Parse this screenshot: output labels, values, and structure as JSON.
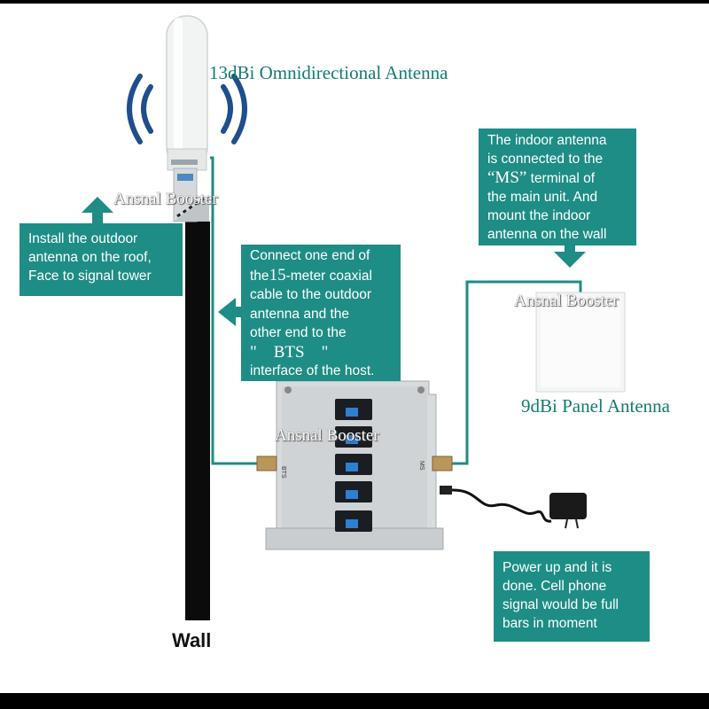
{
  "labels": {
    "omni_antenna": "13dBi Omnidirectional Antenna",
    "panel_antenna": "9dBi Panel Antenna",
    "wall": "Wall"
  },
  "watermark": "Ansnal Booster",
  "callouts": {
    "outdoor": [
      "Install the outdoor",
      "antenna on the roof,",
      "Face to signal tower"
    ],
    "cable": {
      "line1": "Connect one end of",
      "line2_pre": "the",
      "line2_num": "15",
      "line2_post": "-meter coaxial",
      "line3": "cable to the outdoor",
      "line4": "antenna and the",
      "line5": "other end to the",
      "bts": "\"    BTS    \"",
      "line7": "interface of the host."
    },
    "indoor": {
      "line1": "The indoor antenna",
      "line2": "is connected to the",
      "ms": "“MS”",
      "ms_post": " terminal of",
      "line4": "the main unit. And",
      "line5": "mount the indoor",
      "line6": "antenna on the wall"
    },
    "power": [
      "Power up and it is",
      "done. Cell phone",
      "signal would be full",
      "bars in moment"
    ]
  },
  "booster": {
    "port_bts": "BTS",
    "port_ms": "MS"
  },
  "colors": {
    "teal": "#1d8d85",
    "label_teal": "#127c70",
    "signal_blue": "#1f4e8c"
  }
}
